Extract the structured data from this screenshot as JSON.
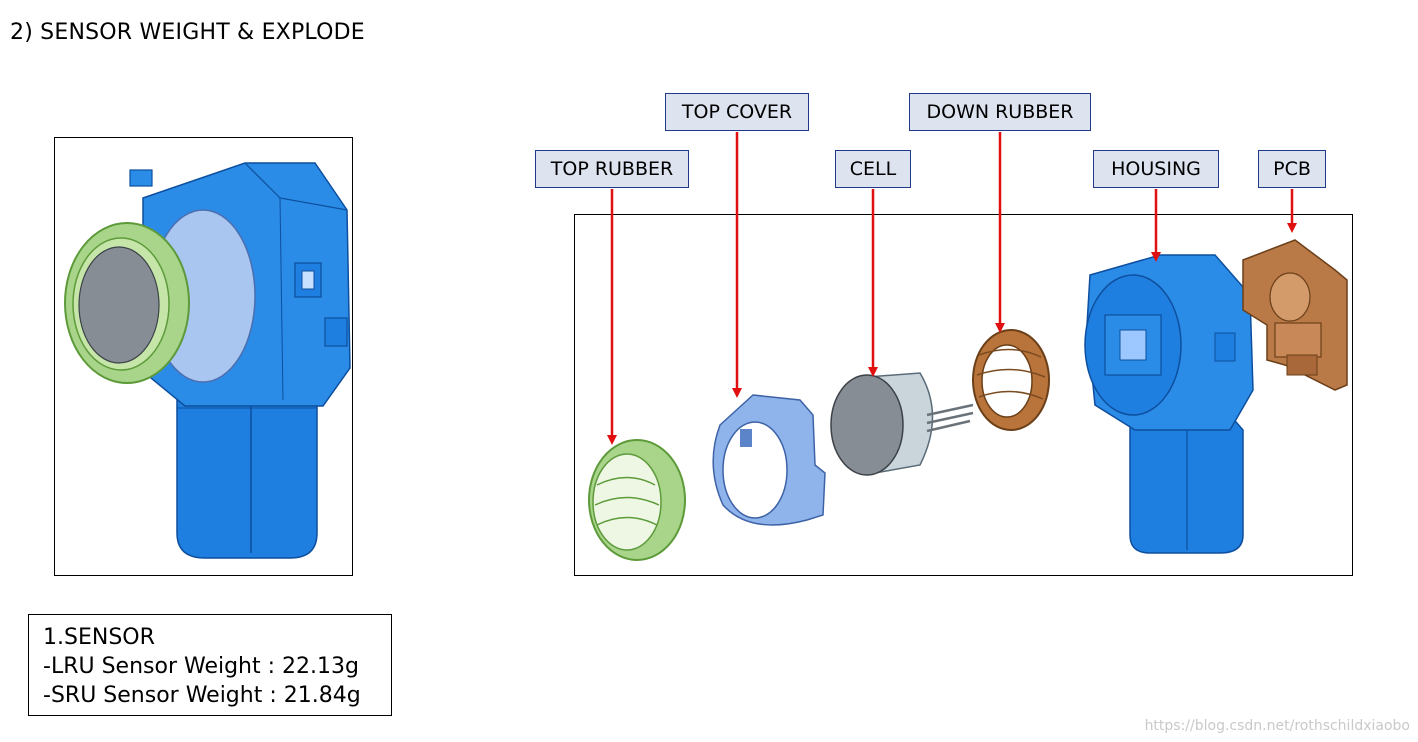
{
  "title": "2) SENSOR WEIGHT & EXPLODE",
  "labels": {
    "top_rubber": "TOP RUBBER",
    "top_cover": "TOP COVER",
    "cell": "CELL",
    "down_rubber": "DOWN RUBBER",
    "housing": "HOUSING",
    "pcb": "PCB"
  },
  "info": {
    "heading": "1.SENSOR",
    "lru": "-LRU Sensor Weight : 22.13g",
    "sru": "-SRU Sensor Weight : 21.84g"
  },
  "watermark": "https://blog.csdn.net/rothschildxiaobo",
  "colors": {
    "label_fill": "#dde3ef",
    "label_border": "#1f3a8a",
    "arrow": "#e01010",
    "housing_blue": "#1f7fe0",
    "rubber_green": "#a8d58a",
    "cover_blue": "#8fb4ec",
    "cell_gray": "#8a9299",
    "down_rubber_brown": "#b8743a",
    "pcb_brown": "#b97a48"
  }
}
